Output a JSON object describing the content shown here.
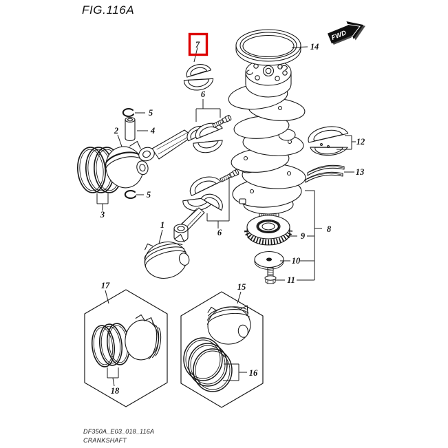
{
  "figure": {
    "title": "FIG.116A",
    "code": "DF350A_E03_018_116A",
    "name": "CRANKSHAFT"
  },
  "fwd": {
    "label": "FWD"
  },
  "colors": {
    "line": "#1a1a1a",
    "highlight": "#dd0000",
    "paper": "#ffffff",
    "arrow_fill": "#101010",
    "arrow_text": "#ffffff"
  },
  "highlighted_callout": "7",
  "callouts": {
    "c1": "1",
    "c2": "2",
    "c3": "3",
    "c4": "4",
    "c5_upper": "5",
    "c5_lower": "5",
    "c6_upper": "6",
    "c6_lower": "6",
    "c7": "7",
    "c8": "8",
    "c9": "9",
    "c10": "10",
    "c11": "11",
    "c12": "12",
    "c13": "13",
    "c14": "14",
    "c15": "15",
    "c16": "16",
    "c17": "17",
    "c18": "18"
  }
}
